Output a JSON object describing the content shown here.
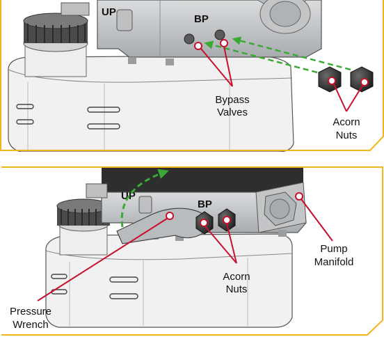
{
  "top_panel": {
    "stamp_up": "UP",
    "stamp_bp": "BP",
    "labels": {
      "bypass_valves_line1": "Bypass",
      "bypass_valves_line2": "Valves",
      "acorn_nuts_line1": "Acorn",
      "acorn_nuts_line2": "Nuts"
    }
  },
  "bottom_panel": {
    "stamp_up": "UP",
    "stamp_bp": "BP",
    "labels": {
      "acorn_nuts_line1": "Acorn",
      "acorn_nuts_line2": "Nuts",
      "pump_manifold_line1": "Pump",
      "pump_manifold_line2": "Manifold",
      "pressure_wrench_line1": "Pressure",
      "pressure_wrench_line2": "Wrench"
    }
  },
  "colors": {
    "frame": "#f5b41a",
    "callout": "#c8102e",
    "arrow": "#3aaa35",
    "metal": "#c9cbcd",
    "reservoir": "#f1f1f1",
    "nut": "#2a2a2a"
  }
}
